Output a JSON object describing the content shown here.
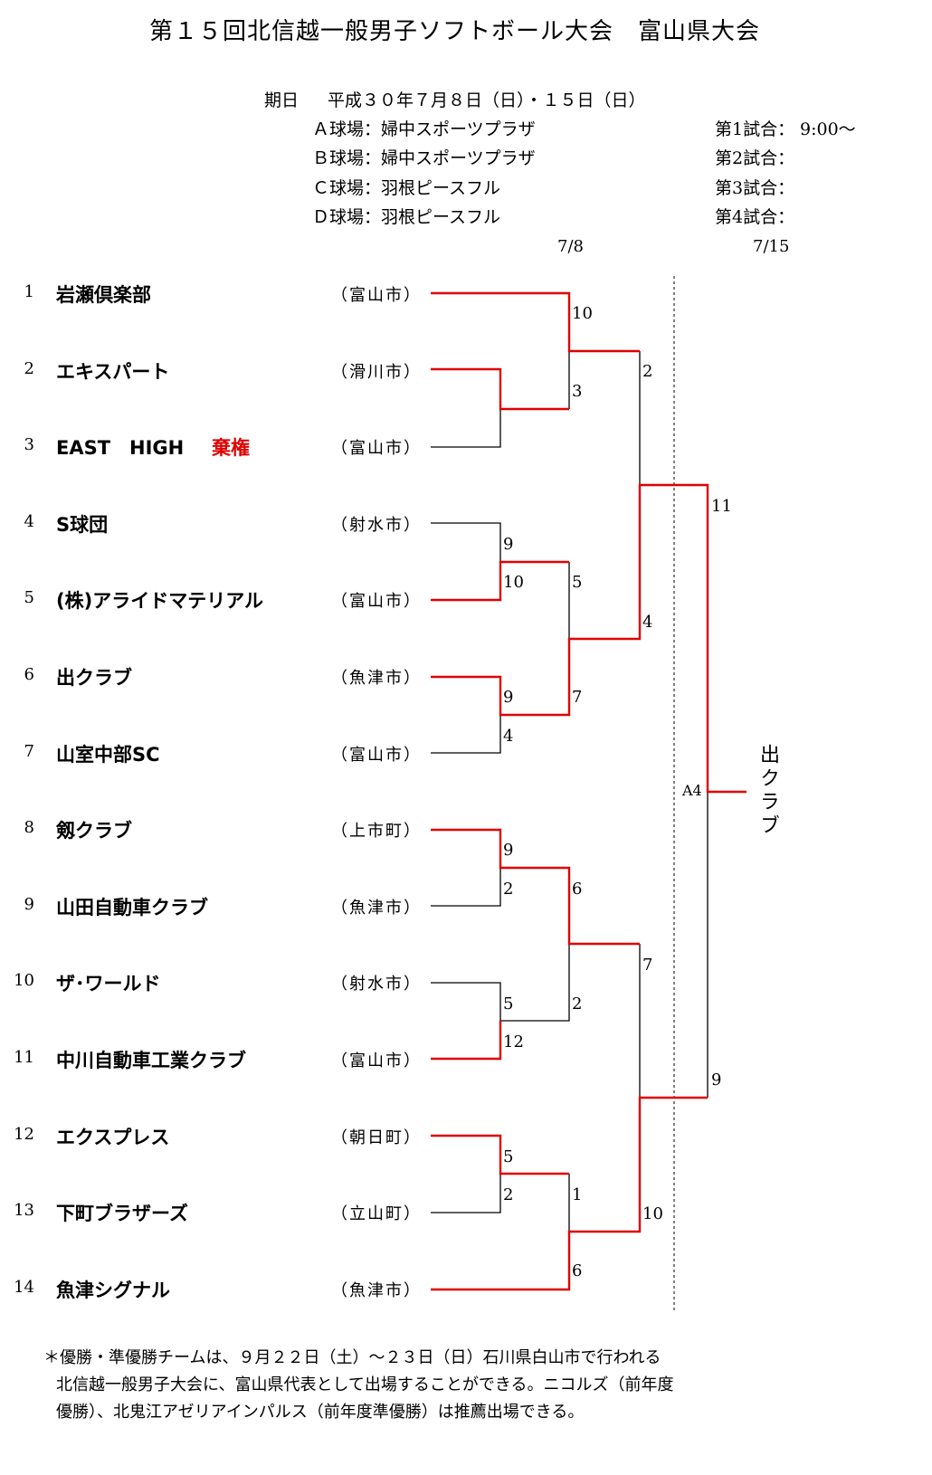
{
  "title": "第１５回北信越一般男子ソフトボール大会　富山県大会",
  "schedule": {
    "date_label": "期日",
    "date": "平成３０年７月８日（日）・１５日（日）",
    "venues": [
      "Ａ球場：婦中スポーツプラザ",
      "Ｂ球場：婦中スポーツプラザ",
      "Ｃ球場：羽根ピースフル",
      "Ｄ球場：羽根ピースフル"
    ],
    "games": [
      {
        "label": "第1試合：",
        "time": "9:00〜"
      },
      {
        "label": "第2試合：",
        "time": ""
      },
      {
        "label": "第3試合：",
        "time": ""
      },
      {
        "label": "第4試合：",
        "time": ""
      }
    ],
    "day1": "7/8",
    "day2": "7/15"
  },
  "teams": [
    {
      "seed": "1",
      "name": "岩瀬倶楽部",
      "city": "（富山市）"
    },
    {
      "seed": "2",
      "name": "エキスパート",
      "city": "（滑川市）"
    },
    {
      "seed": "3",
      "name": "EAST　HIGH",
      "city": "（富山市）",
      "note": "棄権"
    },
    {
      "seed": "4",
      "name": "S球団",
      "city": "（射水市）"
    },
    {
      "seed": "5",
      "name": "(株)アライドマテリアル",
      "city": "（富山市）"
    },
    {
      "seed": "6",
      "name": "出クラブ",
      "city": "（魚津市）"
    },
    {
      "seed": "7",
      "name": "山室中部SC",
      "city": "（富山市）"
    },
    {
      "seed": "8",
      "name": "剱クラブ",
      "city": "（上市町）"
    },
    {
      "seed": "9",
      "name": "山田自動車クラブ",
      "city": "（魚津市）"
    },
    {
      "seed": "10",
      "name": "ザ･ワールド",
      "city": "（射水市）"
    },
    {
      "seed": "11",
      "name": "中川自動車工業クラブ",
      "city": "（富山市）"
    },
    {
      "seed": "12",
      "name": "エクスプレス",
      "city": "（朝日町）"
    },
    {
      "seed": "13",
      "name": "下町ブラザーズ",
      "city": "（立山町）"
    },
    {
      "seed": "14",
      "name": "魚津シグナル",
      "city": "（魚津市）"
    }
  ],
  "scores": [
    "10",
    "3",
    "2",
    "9",
    "10",
    "5",
    "4",
    "9",
    "7",
    "4",
    "11",
    "9",
    "2",
    "6",
    "7",
    "5",
    "12",
    "2",
    "9",
    "5",
    "2",
    "1",
    "10",
    "6"
  ],
  "venue_code": "A4",
  "champion": "出クラブ",
  "note_lines": [
    "＊優勝・準優勝チームは、９月２２日（土）〜２３日（日）石川県白山市で行われる",
    "北信越一般男子大会に、富山県代表として出場することができる。ニコルズ（前年度",
    "優勝）、北鬼江アゼリアインパルス（前年度準優勝）は推薦出場できる。"
  ]
}
